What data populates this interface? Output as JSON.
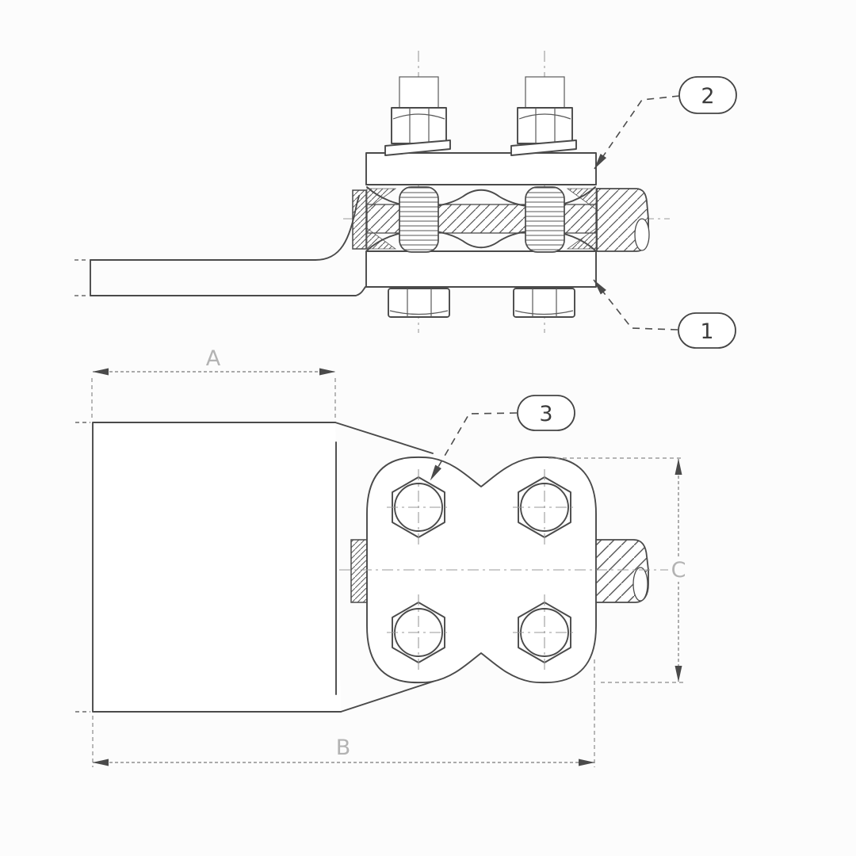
{
  "drawing": {
    "callouts": {
      "one": {
        "label": "1"
      },
      "two": {
        "label": "2"
      },
      "three": {
        "label": "3"
      }
    },
    "dimensions": {
      "a": {
        "label": "A"
      },
      "b": {
        "label": "B"
      },
      "c": {
        "label": "C"
      }
    },
    "colors": {
      "background": "#fcfcfc",
      "line": "#4a4a4a",
      "dimension_line": "#7a7a7a",
      "dimension_label": "#b3b3b3",
      "balloon_text": "#3c3c3c"
    }
  }
}
